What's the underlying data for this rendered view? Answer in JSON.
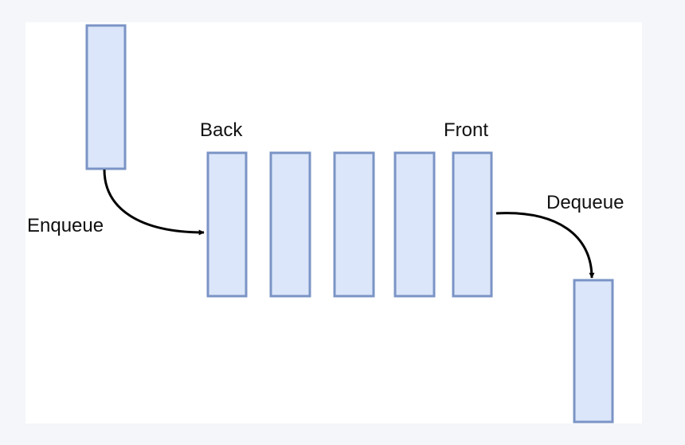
{
  "labels": {
    "back": "Back",
    "front": "Front",
    "enqueue": "Enqueue",
    "dequeue": "Dequeue"
  },
  "colors": {
    "page_background": "#f5f6f9",
    "canvas_background": "#ffffff",
    "box_fill": "#dbe6fa",
    "box_stroke": "#7b94c6",
    "arrow": "#000000"
  }
}
